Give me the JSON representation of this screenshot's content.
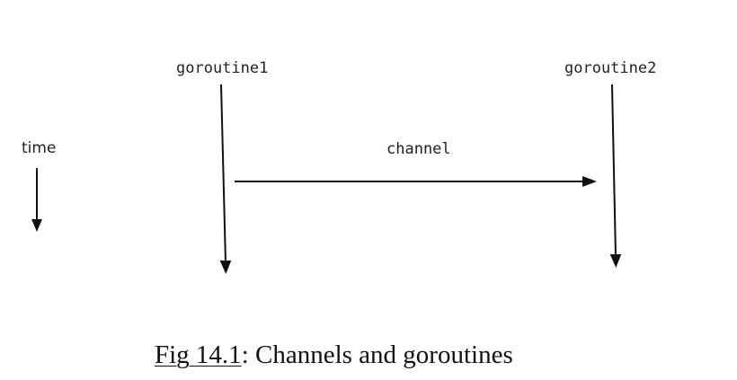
{
  "diagram": {
    "goroutine1_label": "goroutine1",
    "goroutine2_label": "goroutine2",
    "channel_label": "channel",
    "time_label": "time"
  },
  "caption": {
    "figure_ref": "Fig 14.1",
    "separator": ":",
    "text": " Channels and goroutines"
  },
  "colors": {
    "line": "#111111",
    "text": "#222222"
  }
}
